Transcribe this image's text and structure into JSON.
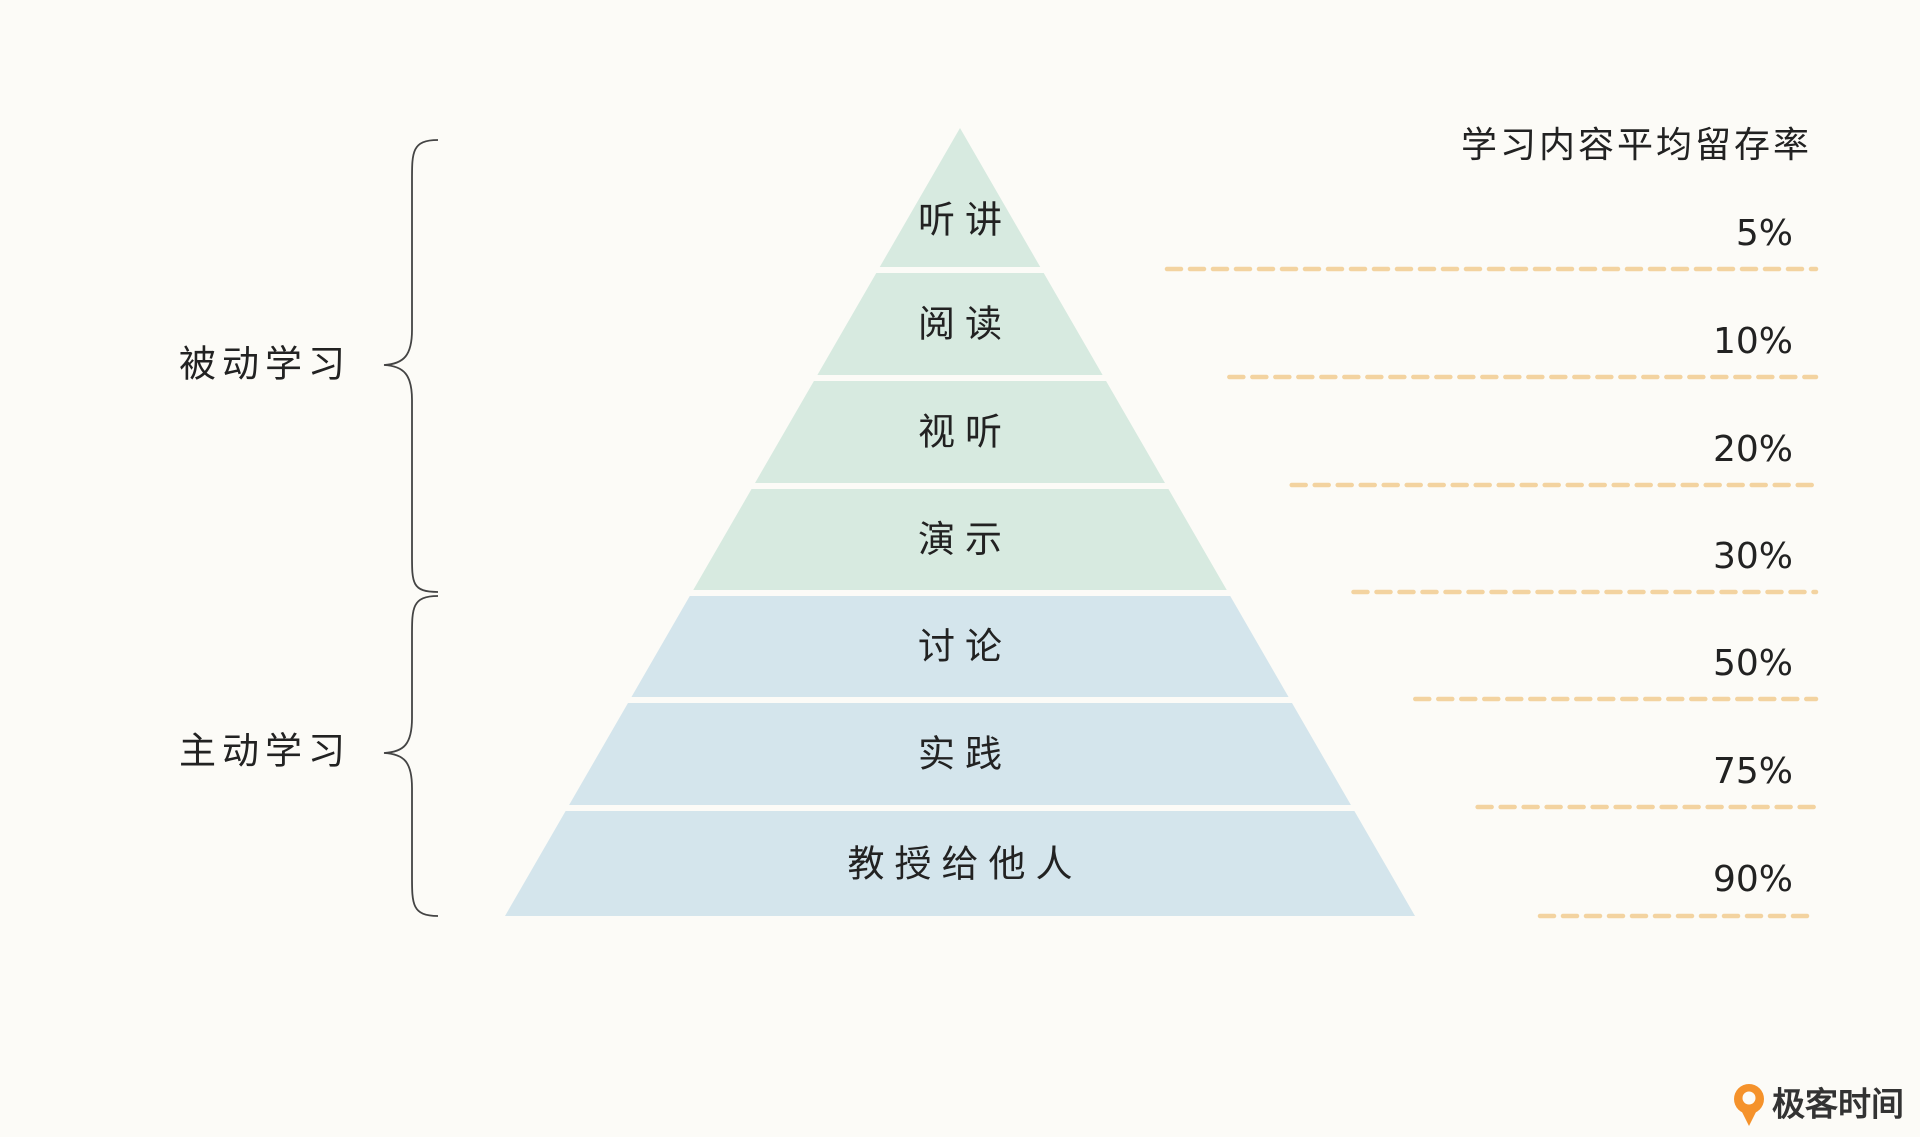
{
  "header": {
    "title": "学习内容平均留存率"
  },
  "groups": [
    {
      "label": "被动学习"
    },
    {
      "label": "主动学习"
    }
  ],
  "layers": [
    {
      "label": "听讲",
      "rate": "5%",
      "group": "passive"
    },
    {
      "label": "阅读",
      "rate": "10%",
      "group": "passive"
    },
    {
      "label": "视听",
      "rate": "20%",
      "group": "passive"
    },
    {
      "label": "演示",
      "rate": "30%",
      "group": "passive"
    },
    {
      "label": "讨论",
      "rate": "50%",
      "group": "active"
    },
    {
      "label": "实践",
      "rate": "75%",
      "group": "active"
    },
    {
      "label": "教授给他人",
      "rate": "90%",
      "group": "active"
    }
  ],
  "colors": {
    "background": "#fcfbf7",
    "passive_fill": "#d7eae0",
    "active_fill": "#d4e5ec",
    "dash": "#f3d3a0",
    "brand": "#f5922b"
  },
  "brand": {
    "name": "极客时间",
    "icon": "geektime-logo-icon"
  }
}
